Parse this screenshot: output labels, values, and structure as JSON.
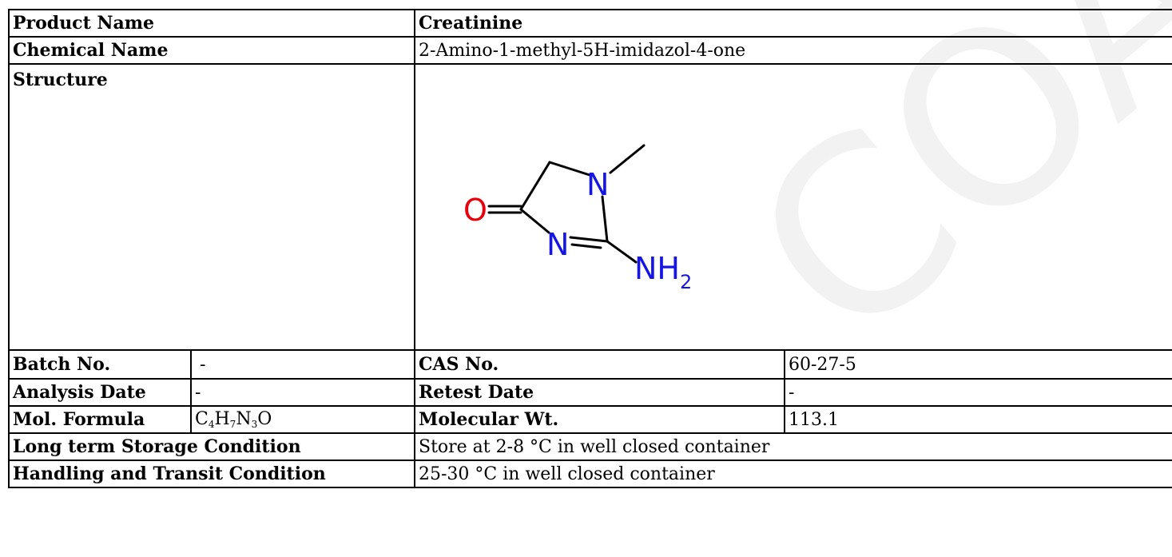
{
  "watermark": {
    "text": "COA",
    "color": "#f2f2f2"
  },
  "rows": {
    "product_name": {
      "label": "Product Name",
      "value": "Creatinine"
    },
    "chemical_name": {
      "label": "Chemical Name",
      "value": "2-Amino-1-methyl-5H-imidazol-4-one"
    },
    "structure": {
      "label": "Structure",
      "atoms": {
        "oxygen": "O",
        "ring_n_top": "N",
        "ring_n_bottom": "N",
        "amine": "NH",
        "amine_sub": "2"
      },
      "colors": {
        "oxygen": "#e8000b",
        "nitrogen": "#1515e6",
        "bond": "#000000"
      }
    },
    "batch": {
      "label": "Batch No.",
      "value": "-",
      "label2": "CAS No.",
      "value2": "60-27-5"
    },
    "analysis": {
      "label": "Analysis Date",
      "value": "-",
      "label2": "Retest Date",
      "value2": "-"
    },
    "formula": {
      "label": "Mol. Formula",
      "parts": [
        {
          "el": "C",
          "n": "4"
        },
        {
          "el": "H",
          "n": "7"
        },
        {
          "el": "N",
          "n": "3"
        },
        {
          "el": "O",
          "n": ""
        }
      ],
      "label2": "Molecular Wt.",
      "value2": "113.1"
    },
    "storage": {
      "label": "Long term Storage Condition",
      "value": "Store at 2-8 °C in well closed container"
    },
    "handling": {
      "label": "Handling and Transit Condition",
      "value": "25-30 °C in well closed container"
    }
  }
}
